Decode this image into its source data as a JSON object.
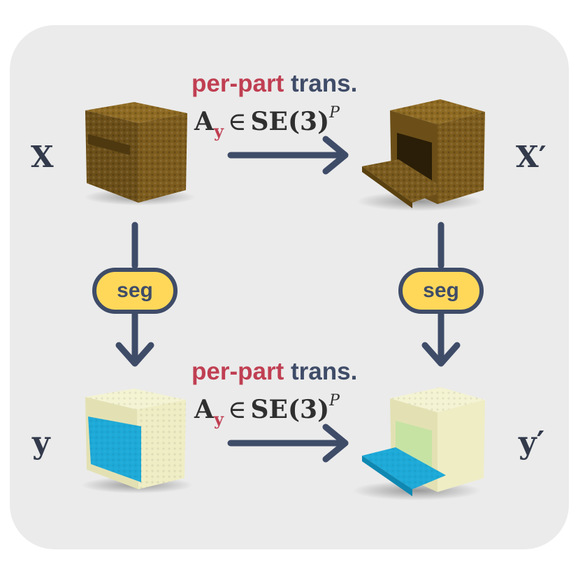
{
  "title_top": {
    "part1": "per-part",
    "part2": "trans."
  },
  "title_bottom": {
    "part1": "per-part",
    "part2": "trans."
  },
  "math_top": {
    "A": "A",
    "sub": "y",
    "elem": "∈",
    "set": "SE(3)",
    "sup": "P"
  },
  "math_bottom": {
    "A": "A",
    "sub": "y",
    "elem": "∈",
    "set": "SE(3)",
    "sup": "P"
  },
  "labels": {
    "x": "X",
    "x_prime": "X′",
    "y": "y",
    "y_prime": "y′"
  },
  "seg_left": "seg",
  "seg_right": "seg",
  "colors": {
    "panel": "#ebebeb",
    "arrow": "#3f4c68",
    "accent_red": "#c03f52",
    "seg_fill": "#ffd85a",
    "cube_brown": "#7a5a1d",
    "cube_cream": "#ecebc4",
    "part_blue": "#1eaad8"
  }
}
